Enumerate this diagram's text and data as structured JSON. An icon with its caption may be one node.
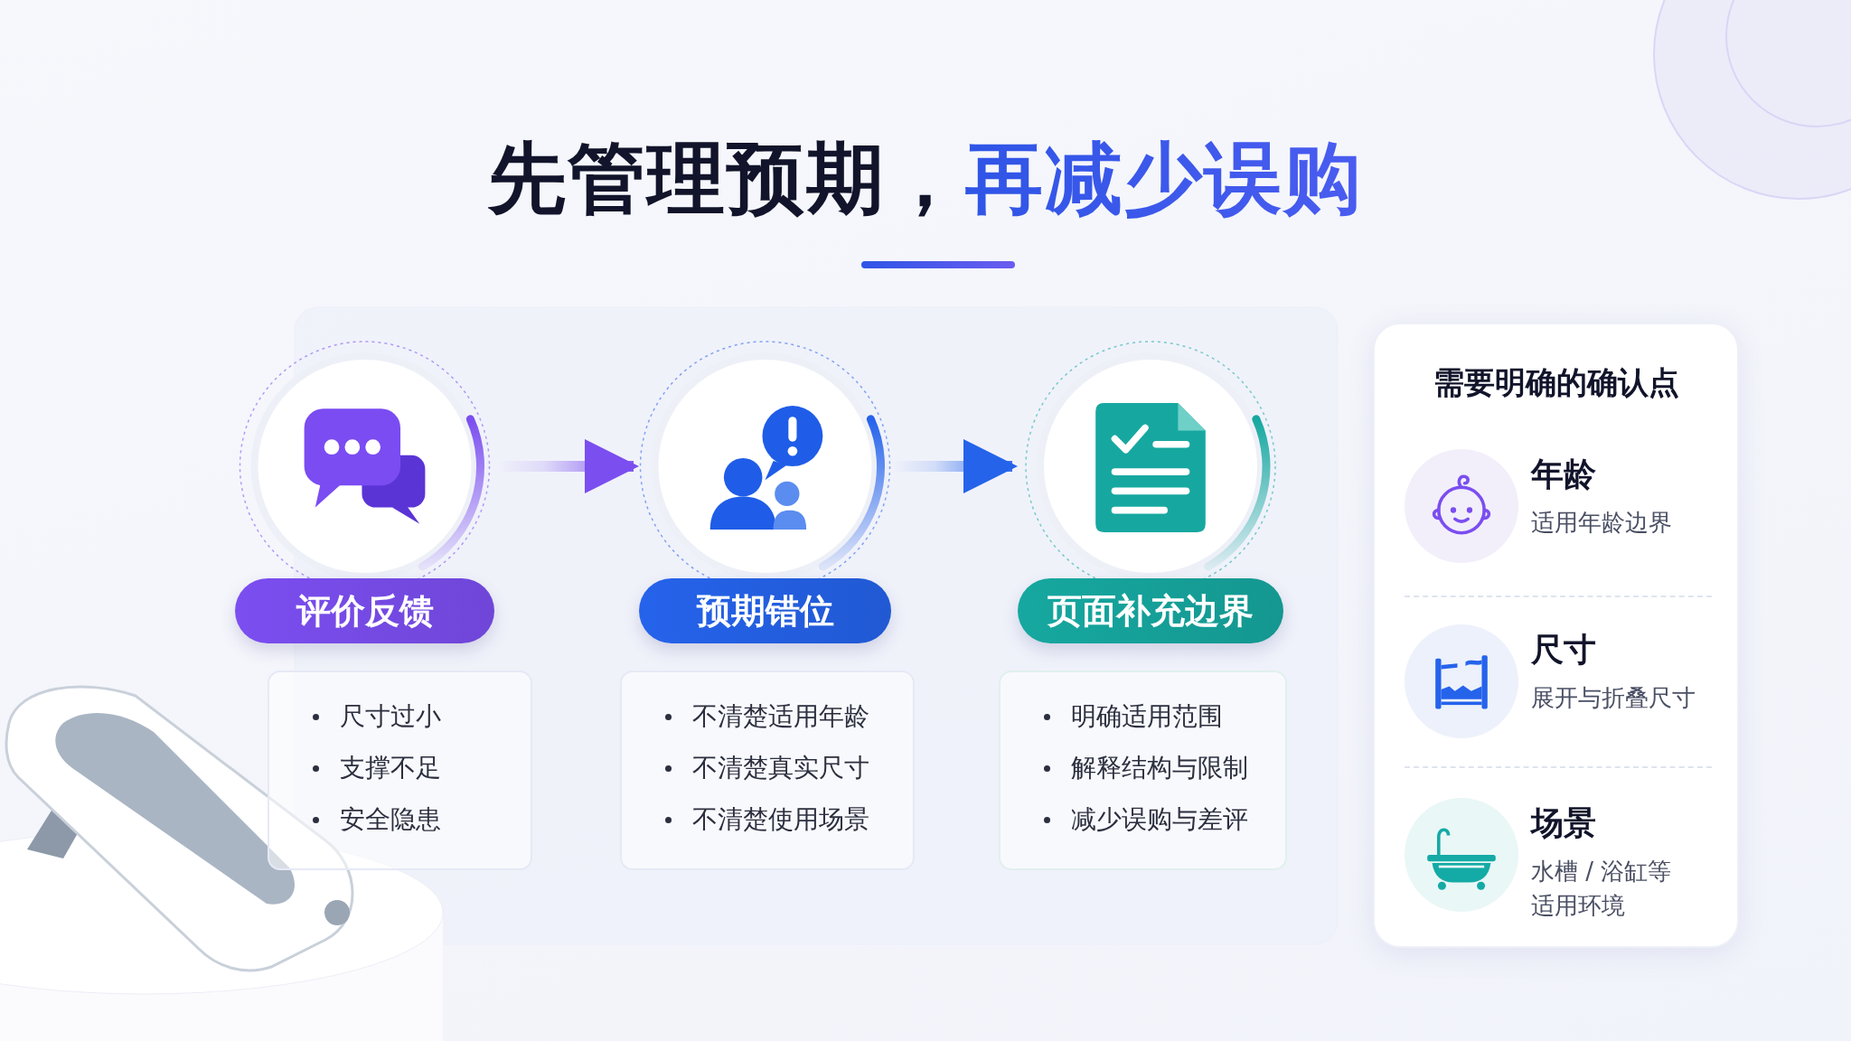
{
  "diagram": {
    "title": "先管理预期，再减少误购",
    "nodes": [
      {
        "text": [
          "评价反馈"
        ]
      },
      {
        "text": [
          "预期错位"
        ]
      },
      {
        "text": [
          "页面补充边界"
        ]
      },
      {
        "text": [
          "尺寸过小",
          "支撑不足",
          "安全隐患"
        ]
      },
      {
        "text": [
          "不清楚适用年龄",
          "不清楚真实尺寸",
          "不清楚使用场景"
        ]
      },
      {
        "text": [
          "明确适用范围",
          "解释结构与限制",
          "减少误购与差评"
        ]
      },
      {
        "text": [
          "需要明确的确认点"
        ]
      },
      {
        "text": [
          "年龄",
          "适用年龄边界"
        ],
        "in": 6
      },
      {
        "text": [
          "尺寸",
          "展开与折叠尺寸"
        ],
        "in": 6
      },
      {
        "text": [
          "场景",
          "水槽 / 浴缸等适用环境"
        ],
        "in": 6
      }
    ],
    "edges": [
      {
        "from": 0,
        "to": 1,
        "arrow": "to"
      },
      {
        "from": 1,
        "to": 2,
        "arrow": "to"
      }
    ]
  }
}
